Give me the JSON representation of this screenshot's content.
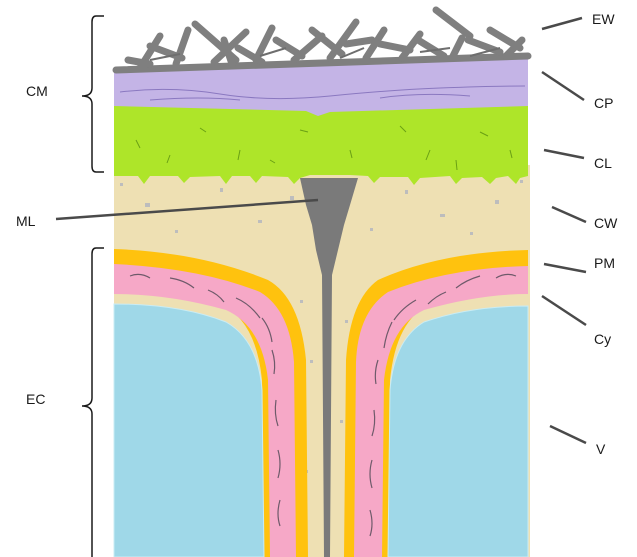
{
  "labels": {
    "cm": "CM",
    "ml": "ML",
    "ec": "EC",
    "ew": "EW",
    "cp": "CP",
    "cl": "CL",
    "cw": "CW",
    "pm": "PM",
    "cy": "Cy",
    "v": "V"
  },
  "colors": {
    "epicuticular_wax": "#7f7f7f",
    "cuticle_proper": "#c4b4e6",
    "cuticular_layer": "#aee529",
    "cell_wall": "#eee0b3",
    "plasma_membrane": "#ffc20e",
    "cytoplasm": "#f6a8c7",
    "vacuole": "#9fd8e8",
    "middle_lamella": "#7a7a7a"
  }
}
